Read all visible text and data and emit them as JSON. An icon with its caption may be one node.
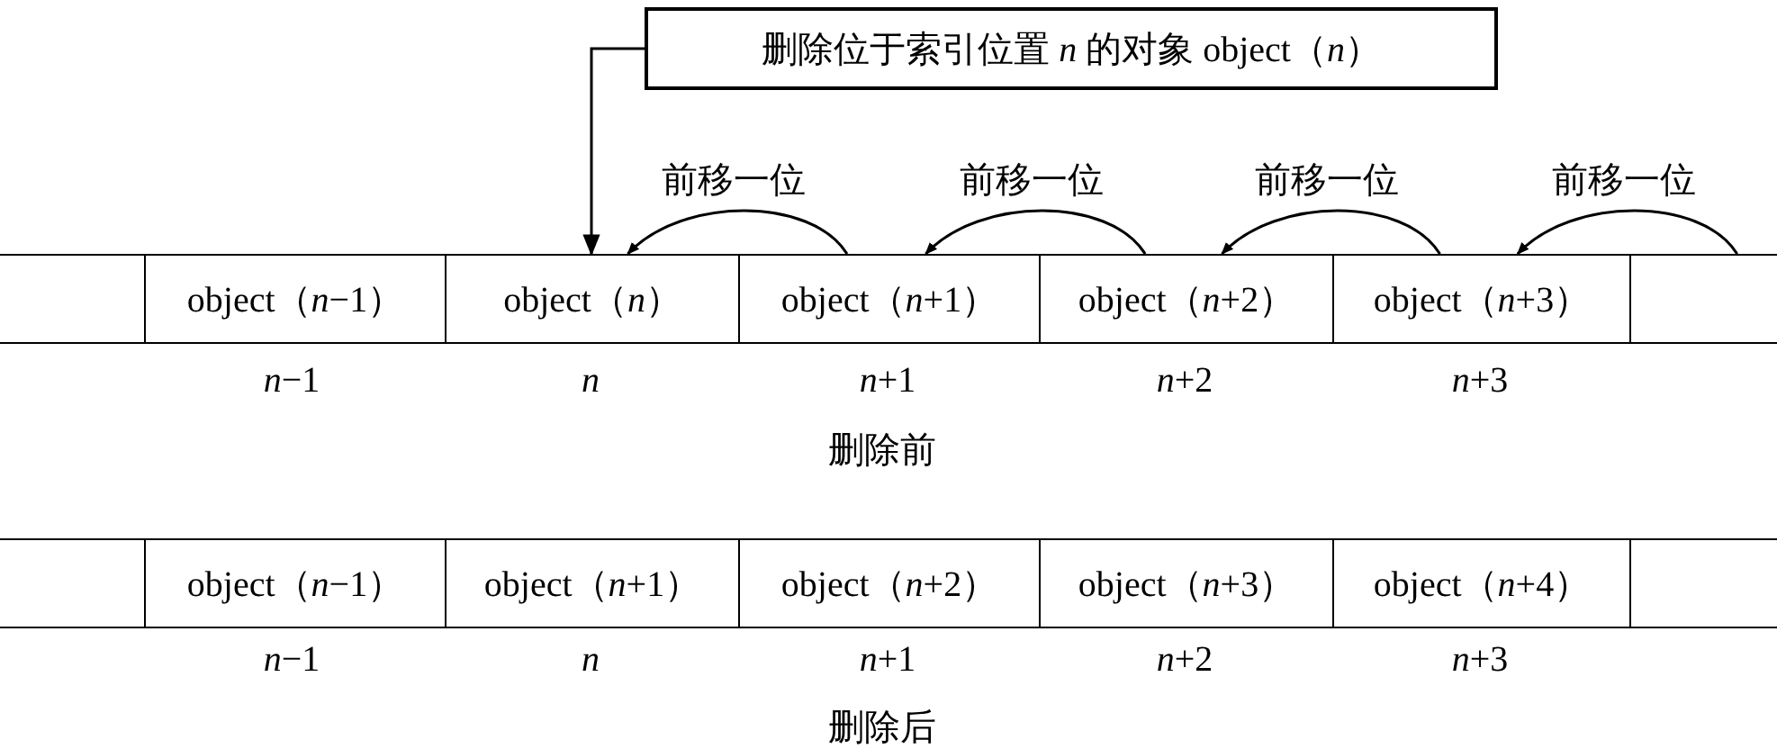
{
  "diagram": {
    "nodes": [
      {
        "text": [
          "删除位于索引位置 *n* 的对象 object（*n*）"
        ]
      },
      {
        "text": [],
        "shape": "box"
      },
      {
        "text": [
          "object（*n*−1）"
        ]
      },
      {
        "text": [
          "object（*n*）"
        ]
      },
      {
        "text": [
          "object（*n*+1）"
        ]
      },
      {
        "text": [
          "object（*n*+2）"
        ]
      },
      {
        "text": [
          "object（*n*+3）"
        ]
      },
      {
        "text": [],
        "shape": "box"
      },
      {
        "text": [],
        "shape": "box"
      },
      {
        "text": [
          "object（*n*−1）"
        ]
      },
      {
        "text": [
          "object（*n*+1）"
        ]
      },
      {
        "text": [
          "object（*n*+2）"
        ]
      },
      {
        "text": [
          "object（*n*+3）"
        ]
      },
      {
        "text": [
          "object（*n*+4）"
        ]
      },
      {
        "text": [],
        "shape": "box"
      }
    ],
    "edges": [
      {
        "from": 0,
        "to": 3,
        "arrow": "to"
      },
      {
        "from": 4,
        "to": 3,
        "arrow": "to",
        "label": "前移一位"
      },
      {
        "from": 5,
        "to": 4,
        "arrow": "to",
        "label": "前移一位"
      },
      {
        "from": 6,
        "to": 5,
        "arrow": "to",
        "label": "前移一位"
      },
      {
        "from": 7,
        "to": 6,
        "arrow": "to",
        "label": "前移一位"
      }
    ],
    "labels": [
      "*n*−1",
      "*n*",
      "*n*+1",
      "*n*+2",
      "*n*+3",
      "删除前",
      "*n*−1",
      "*n*",
      "*n*+1",
      "*n*+2",
      "*n*+3",
      "删除后"
    ]
  }
}
